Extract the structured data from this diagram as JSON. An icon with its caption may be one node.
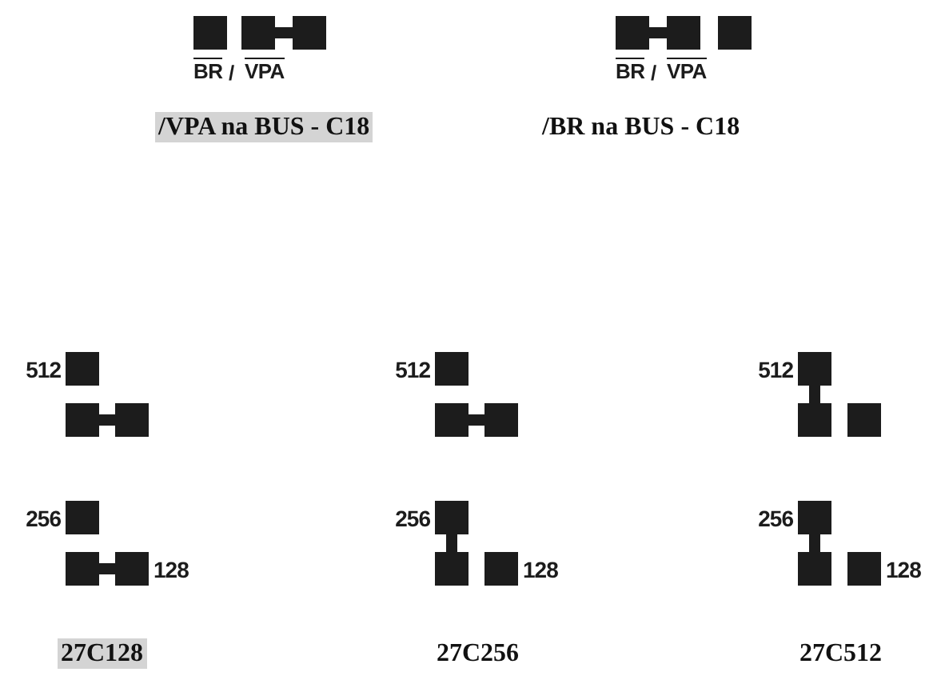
{
  "diagram": {
    "nodes": [
      {
        "text": [],
        "shape": "box"
      },
      {
        "text": [],
        "shape": "box"
      },
      {
        "text": [],
        "shape": "box"
      },
      {
        "text": [],
        "shape": "box"
      },
      {
        "text": [],
        "shape": "box"
      },
      {
        "text": [],
        "shape": "box"
      },
      {
        "text": [],
        "shape": "box",
        "beside": [
          "512"
        ]
      },
      {
        "text": [],
        "shape": "box",
        "beside": [
          "512"
        ]
      },
      {
        "text": [],
        "shape": "box",
        "beside": [
          "512"
        ]
      },
      {
        "text": [],
        "shape": "box"
      },
      {
        "text": [],
        "shape": "box"
      },
      {
        "text": [],
        "shape": "box"
      },
      {
        "text": [],
        "shape": "box"
      },
      {
        "text": [],
        "shape": "box"
      },
      {
        "text": [],
        "shape": "box"
      },
      {
        "text": [],
        "shape": "box",
        "beside": [
          "256"
        ]
      },
      {
        "text": [],
        "shape": "box",
        "beside": [
          "256"
        ]
      },
      {
        "text": [],
        "shape": "box",
        "beside": [
          "256"
        ]
      },
      {
        "text": [],
        "shape": "box"
      },
      {
        "text": [],
        "shape": "box",
        "beside": [
          "128"
        ]
      },
      {
        "text": [],
        "shape": "box"
      },
      {
        "text": [],
        "shape": "box",
        "beside": [
          "128"
        ]
      },
      {
        "text": [],
        "shape": "box"
      },
      {
        "text": [],
        "shape": "box",
        "beside": [
          "128"
        ]
      }
    ],
    "edges": [
      {
        "from": 1,
        "to": 2,
        "arrow": "none"
      },
      {
        "from": 3,
        "to": 4,
        "arrow": "none"
      },
      {
        "from": 9,
        "to": 10,
        "arrow": "none"
      },
      {
        "from": 11,
        "to": 12,
        "arrow": "none"
      },
      {
        "from": 8,
        "to": 13,
        "arrow": "none"
      },
      {
        "from": 18,
        "to": 19,
        "arrow": "none"
      },
      {
        "from": 16,
        "to": 20,
        "arrow": "none"
      },
      {
        "from": 17,
        "to": 22,
        "arrow": "none"
      }
    ],
    "labels": [
      "BR",
      "/",
      "VPA",
      "BR",
      "/",
      "VPA",
      "/VPA na BUS - C18",
      "/BR na BUS - C18",
      "27C128",
      "27C256",
      "27C512"
    ]
  }
}
